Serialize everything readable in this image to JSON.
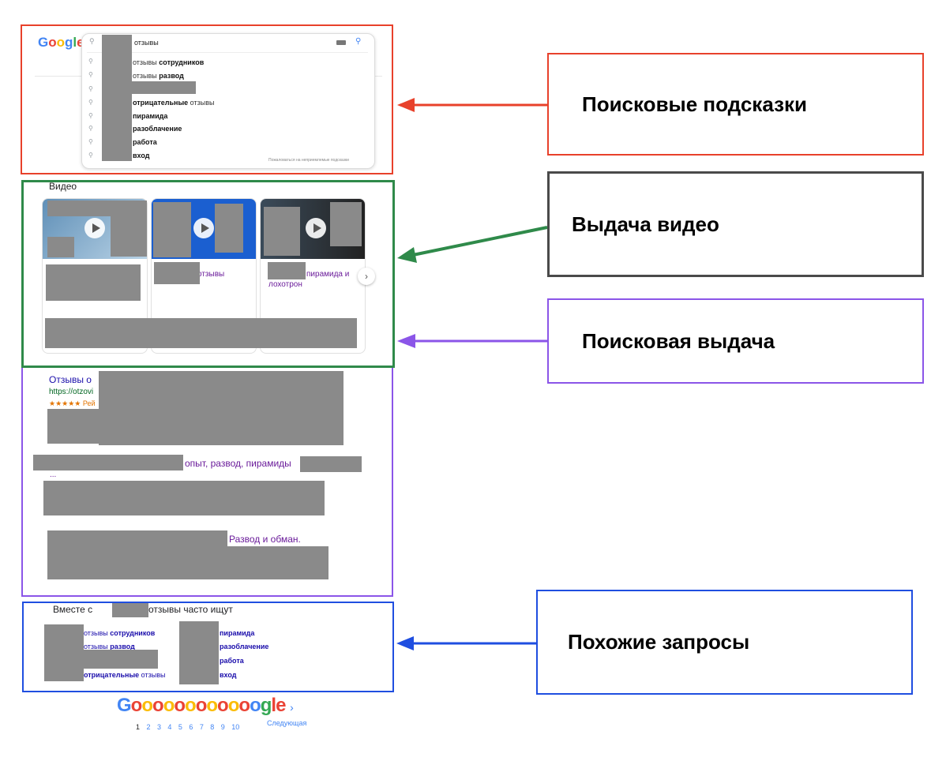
{
  "colors": {
    "suggestions": "#e8412b",
    "video": "#2f8a4a",
    "results": "#8b55e8",
    "related": "#1f4ee0",
    "label_video_border": "#4a4a4a"
  },
  "search": {
    "logo": "Google",
    "query_suffix": "отзывы",
    "suggestions": [
      {
        "plain": "отзывы",
        "bold": "сотрудников"
      },
      {
        "plain": "отзывы",
        "bold": "развод"
      },
      {
        "plain": "",
        "bold": ""
      },
      {
        "plain": "отзывы",
        "bold": "отрицательные"
      },
      {
        "plain": "",
        "bold": "пирамида"
      },
      {
        "plain": "",
        "bold": "разоблачение"
      },
      {
        "plain": "",
        "bold": "работа"
      },
      {
        "plain": "",
        "bold": "вход"
      }
    ],
    "footer_note": "Пожаловаться на неприемлемые подсказки"
  },
  "video": {
    "heading": "Видео",
    "cards": [
      {
        "title": ""
      },
      {
        "title": "отзывы"
      },
      {
        "title_line1": "пирамида и",
        "title_line2": "лохотрон"
      }
    ]
  },
  "results": {
    "first_title": "Отзывы о",
    "first_url": "https://otzovi",
    "first_rating": "★★★★★ Рей",
    "second_title": "опыт, развод, пирамиды",
    "ellipsis": "...",
    "third_title": "Развод и обман."
  },
  "related": {
    "heading_start": "Вместе с",
    "heading_end": "отзывы часто ищут",
    "left": [
      {
        "plain": "отзывы",
        "bold": "сотрудников"
      },
      {
        "plain": "отзывы",
        "bold": "развод"
      },
      {
        "plain": "",
        "bold": ""
      },
      {
        "bold": "отрицательные",
        "plain": "отзывы"
      }
    ],
    "right": [
      "пирамида",
      "разоблачение",
      "работа",
      "вход"
    ]
  },
  "pagination": {
    "logo": "Goooooooooooogle",
    "pages": [
      "1",
      "2",
      "3",
      "4",
      "5",
      "6",
      "7",
      "8",
      "9",
      "10"
    ],
    "next": "Следующая"
  },
  "labels": {
    "suggestions": "Поисковые подсказки",
    "video": "Выдача видео",
    "results": "Поисковая выдача",
    "related": "Похожие запросы"
  }
}
